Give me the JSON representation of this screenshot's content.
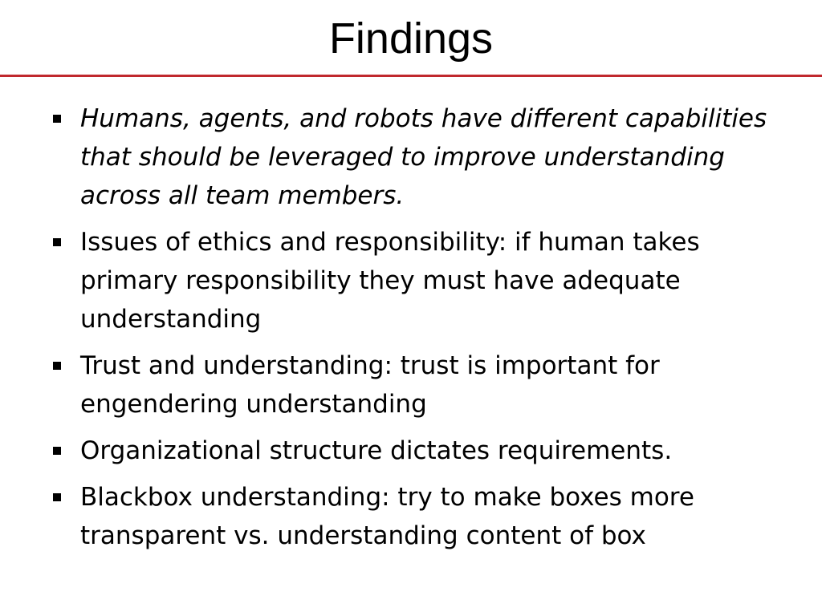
{
  "slide": {
    "title": "Findings",
    "rule_color": "#c0282d",
    "bullet_color": "#000000",
    "bullets": [
      {
        "text": "Humans, agents, and robots have different capabilities that should be leveraged to improve understanding across all team members.",
        "style": "italic"
      },
      {
        "text": "Issues of ethics and responsibility: if human takes primary responsibility they must have adequate understanding",
        "style": "normal"
      },
      {
        "text": "Trust and understanding: trust is important for engendering understanding",
        "style": "normal"
      },
      {
        "text": "Organizational structure dictates requirements.",
        "style": "normal"
      },
      {
        "text": "Blackbox understanding: try to make boxes more transparent vs. understanding content of box",
        "style": "normal"
      }
    ]
  }
}
